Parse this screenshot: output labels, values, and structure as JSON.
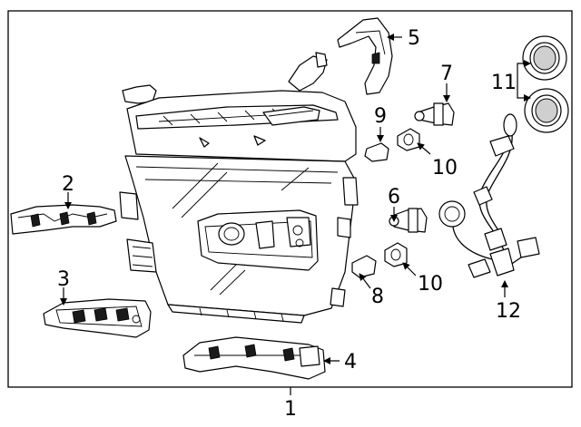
{
  "callouts": [
    {
      "id": "1",
      "label": "1"
    },
    {
      "id": "2",
      "label": "2"
    },
    {
      "id": "3",
      "label": "3"
    },
    {
      "id": "4",
      "label": "4"
    },
    {
      "id": "5",
      "label": "5"
    },
    {
      "id": "6",
      "label": "6"
    },
    {
      "id": "7",
      "label": "7"
    },
    {
      "id": "8",
      "label": "8"
    },
    {
      "id": "9",
      "label": "9"
    },
    {
      "id": "10a",
      "label": "10"
    },
    {
      "id": "10b",
      "label": "10"
    },
    {
      "id": "11",
      "label": "11"
    },
    {
      "id": "12",
      "label": "12"
    }
  ]
}
